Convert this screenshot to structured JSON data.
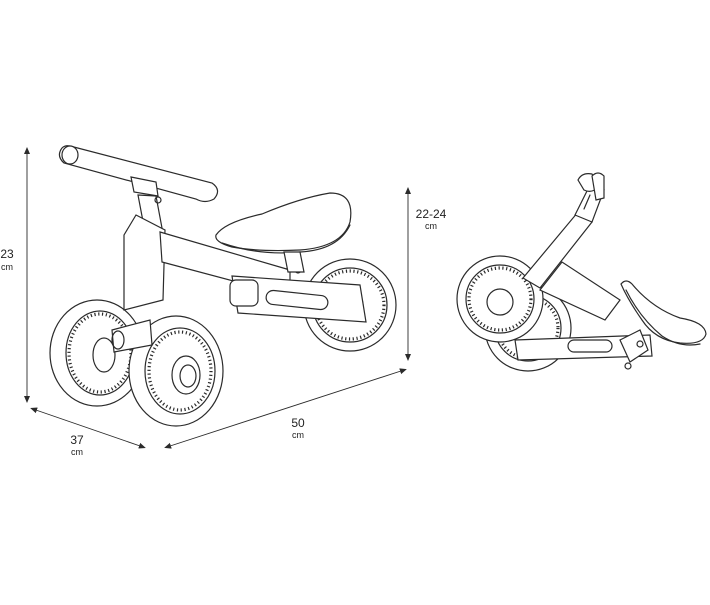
{
  "dimensions": {
    "height": {
      "value": "23",
      "unit": "cm"
    },
    "seat_height": {
      "value": "22-24",
      "unit": "cm"
    },
    "width": {
      "value": "37",
      "unit": "cm"
    },
    "length": {
      "value": "50",
      "unit": "cm"
    }
  },
  "colors": {
    "line": "#2b2b2b",
    "background": "#ffffff"
  }
}
